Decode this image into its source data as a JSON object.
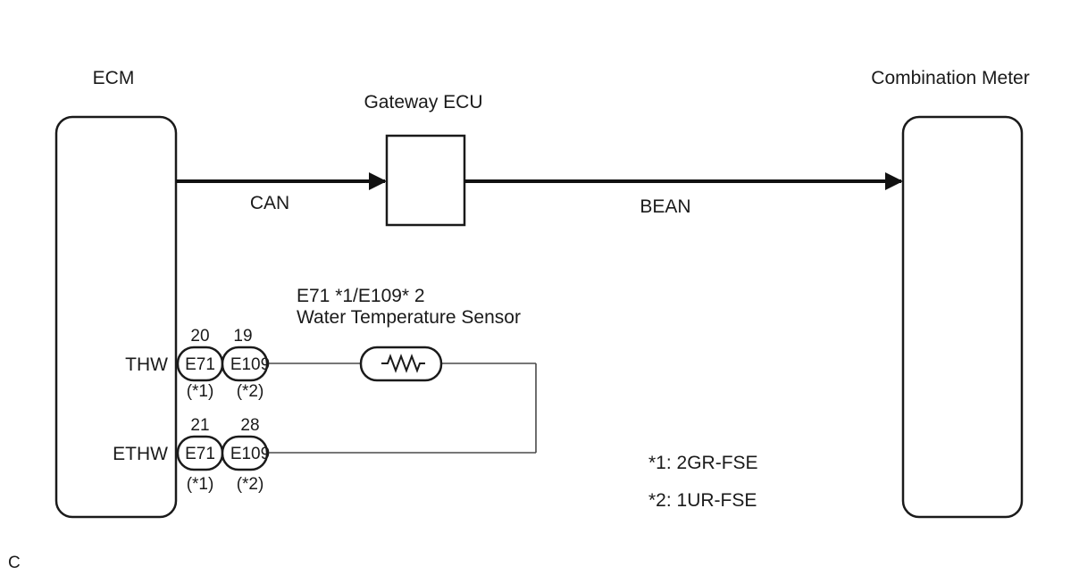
{
  "ecm": {
    "label": "ECM"
  },
  "gateway": {
    "label": "Gateway ECU"
  },
  "meter": {
    "label": "Combination Meter"
  },
  "bus": {
    "can": "CAN",
    "bean": "BEAN"
  },
  "sensor": {
    "line1": "E71 *1/E109* 2",
    "line2": "Water Temperature Sensor"
  },
  "signals": [
    {
      "name": "THW",
      "connectors": [
        {
          "id": "E71",
          "pin": "20",
          "note": "(*1)"
        },
        {
          "id": "E109",
          "pin": "19",
          "note": "(*2)"
        }
      ]
    },
    {
      "name": "ETHW",
      "connectors": [
        {
          "id": "E71",
          "pin": "21",
          "note": "(*1)"
        },
        {
          "id": "E109",
          "pin": "28",
          "note": "(*2)"
        }
      ]
    }
  ],
  "notes": [
    "*1: 2GR-FSE",
    "*2: 1UR-FSE"
  ],
  "corner_label": "C"
}
